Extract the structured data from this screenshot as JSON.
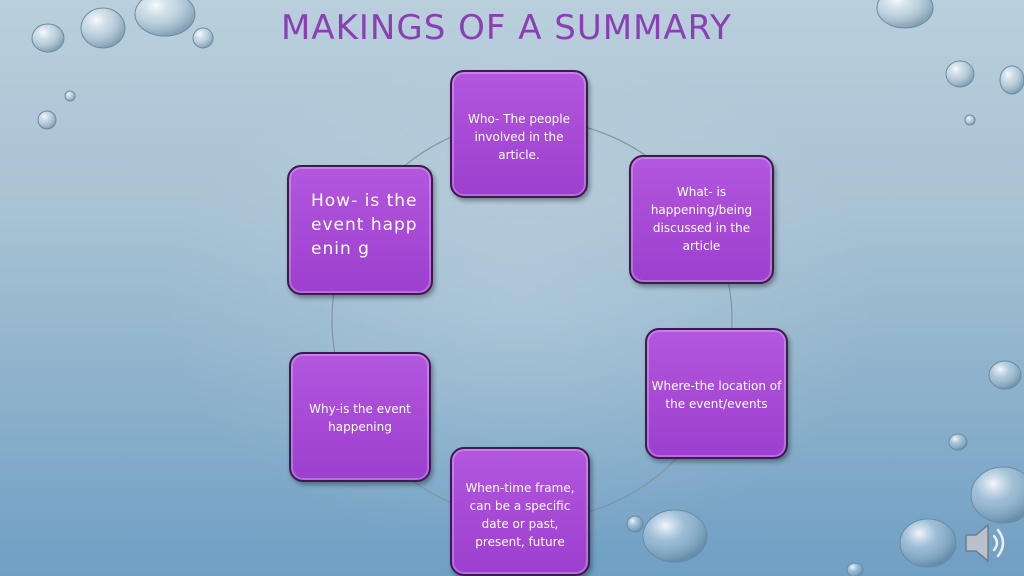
{
  "slide": {
    "title": "MAKINGS OF A SUMMARY"
  },
  "cycle": {
    "items": [
      {
        "id": "who",
        "text": "Who- The people involved in the article."
      },
      {
        "id": "what",
        "text": "What- is happening/being discussed in the article"
      },
      {
        "id": "where",
        "text": "Where-the location of the event/events"
      },
      {
        "id": "when",
        "text": "When-time frame, can be a specific date or past, present, future"
      },
      {
        "id": "why",
        "text": "Why-is the event happening"
      },
      {
        "id": "how",
        "text": "How- is the event happenin g"
      }
    ]
  },
  "colors": {
    "title": "#8a3fb5",
    "box_fill": "#a846d6",
    "box_border": "#3d1a50",
    "cycle_line": "#7f95a8"
  },
  "icons": [
    "water-drop-icon",
    "speaker-icon"
  ]
}
